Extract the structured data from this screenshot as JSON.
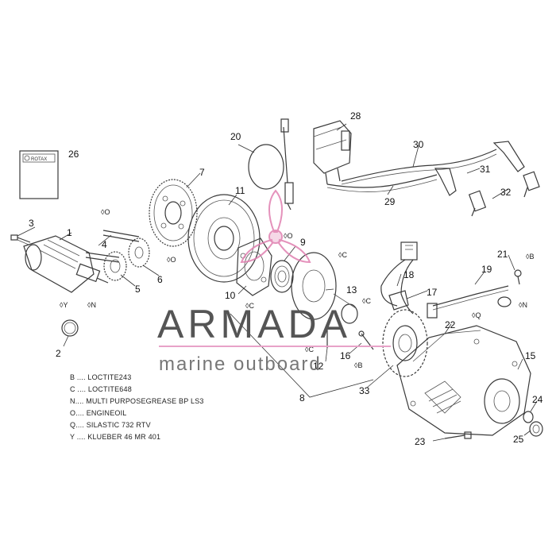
{
  "watermark": {
    "brand": "ARMADA",
    "tagline": "marine outboard"
  },
  "manual": {
    "logo_text": "ROTAX"
  },
  "callouts": {
    "c1": "1",
    "c2": "2",
    "c3": "3",
    "c4": "4",
    "c5": "5",
    "c6": "6",
    "c7": "7",
    "c8": "8",
    "c9": "9",
    "c10": "10",
    "c11": "11",
    "c12": "12",
    "c13": "13",
    "c15": "15",
    "c16": "16",
    "c17": "17",
    "c18": "18",
    "c19": "19",
    "c20": "20",
    "c21": "21",
    "c22": "22",
    "c23": "23",
    "c24": "24",
    "c25": "25",
    "c26": "26",
    "c28": "28",
    "c29": "29",
    "c30": "30",
    "c31": "31",
    "c32": "32",
    "c33": "33"
  },
  "symbols": {
    "s_o_4": "◊O",
    "s_o_6": "◊O",
    "s_o_9": "◊O",
    "s_y_1": "◊Y",
    "s_n_1": "◊N",
    "s_c_10": "◊C",
    "s_c_13a": "◊C",
    "s_c_13b": "◊C",
    "s_c_12": "◊C",
    "s_c_16": "◊B",
    "s_q_22": "◊Q",
    "s_b_21": "◊B",
    "s_n_19": "◊N"
  },
  "legend": [
    "B .... LOCTITE243",
    "C .... LOCTITE648",
    "N.... MULTI PURPOSEGREASE BP LS3",
    "O.... ENGINEOIL",
    "Q.... SILASTIC 732 RTV",
    "Y .... KLUEBER 46 MR 401"
  ],
  "colors": {
    "line": "#3a3a3a",
    "watermark_text": "#555555",
    "watermark_pink": "#e07fb0",
    "watermark_rule": "#e8a2c8"
  }
}
